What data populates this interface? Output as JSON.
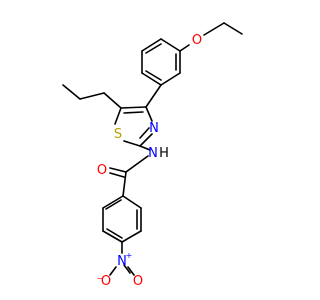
{
  "atoms": {
    "o_ether": "O",
    "n_thiazole": "N",
    "s_thiazole": "S",
    "h_amide": "H",
    "n_amide": "N",
    "o_carbonyl": "O",
    "n_nitro": "N",
    "n_nitro_charge": "+",
    "o_nitro_left": "O",
    "o_nitro_left_charge": "−",
    "o_nitro_right": "O"
  },
  "colors": {
    "bond": "#000000",
    "oxygen": "#ff0000",
    "nitrogen": "#0000ff",
    "sulfur": "#b8a000",
    "text": "#000000"
  }
}
